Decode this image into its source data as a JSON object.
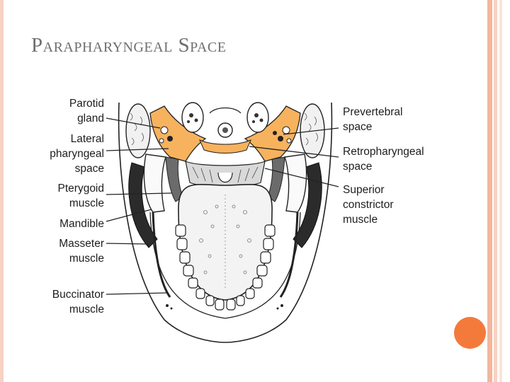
{
  "slide": {
    "title": "Parapharyngeal Space"
  },
  "colors": {
    "accent_orange": "#f47a3c",
    "border_salmon": "#f4b69c",
    "space_fill": "#f7b25e"
  },
  "labels_left": {
    "parotid": "Parotid\ngland",
    "lateral": "Lateral\npharyngeal\nspace",
    "pterygoid": "Pterygoid\nmuscle",
    "mandible": "Mandible",
    "masseter": "Masseter\nmuscle",
    "buccinator": "Buccinator\nmuscle"
  },
  "labels_right": {
    "prevertebral": "Prevertebral\nspace",
    "retropharyngeal": "Retropharyngeal\nspace",
    "superior": "Superior\nconstrictor\nmuscle"
  }
}
